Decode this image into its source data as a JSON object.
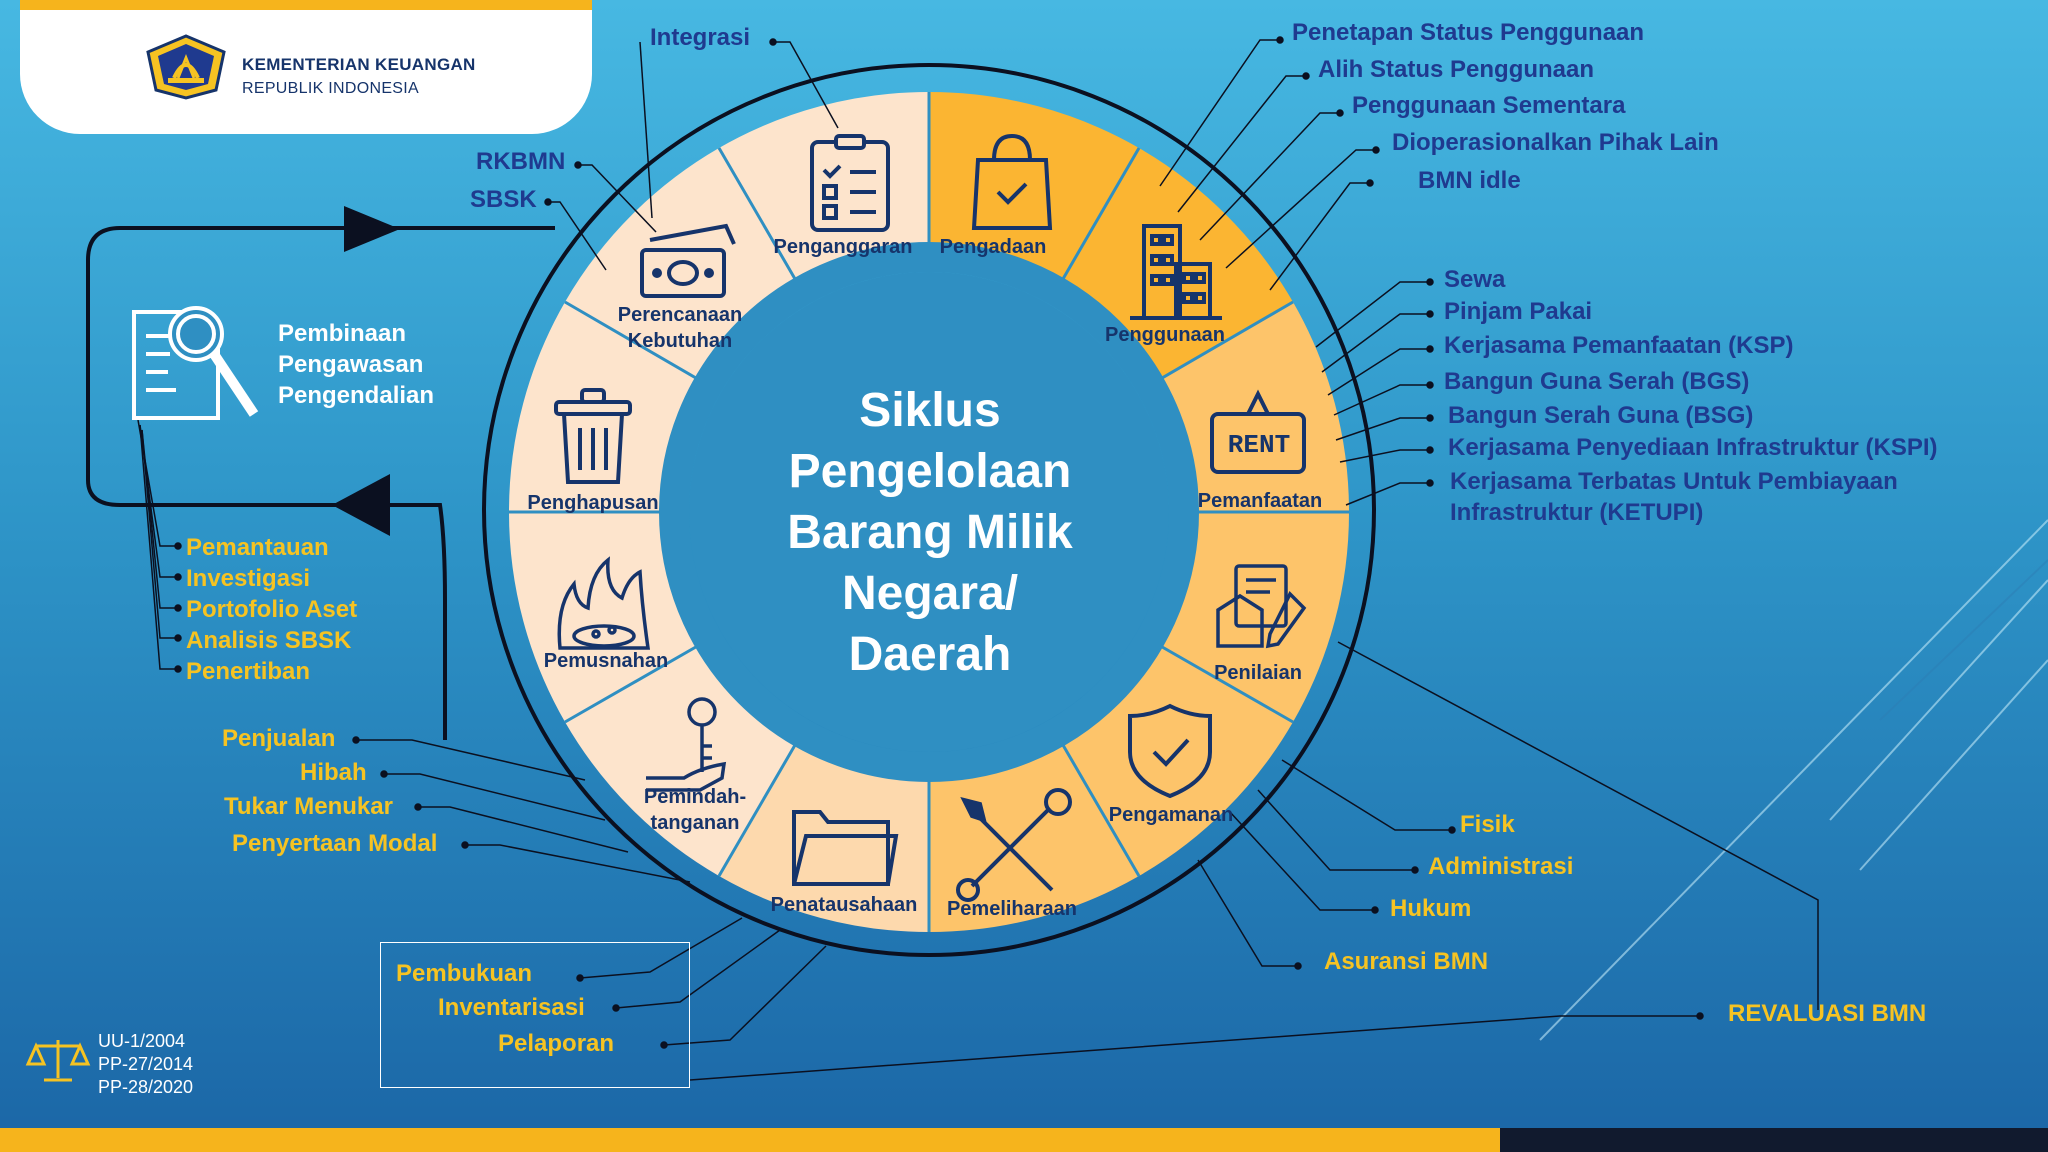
{
  "header": {
    "ministry": "KEMENTERIAN KEUANGAN",
    "republic": "REPUBLIK INDONESIA"
  },
  "center_title": [
    "Siklus",
    "Pengelolaan",
    "Barang Milik",
    "Negara/",
    "Daerah"
  ],
  "segments": {
    "penganggaran": "Penganggaran",
    "pengadaan": "Pengadaan",
    "penggunaan": "Penggunaan",
    "pemanfaatan": "Pemanfaatan",
    "penilaian": "Penilaian",
    "pengamanan": "Pengamanan",
    "pemeliharaan": "Pemeliharaan",
    "penatausahaan": "Penatausahaan",
    "pemindahtanganan": [
      "Pemindah-",
      "tanganan"
    ],
    "pemusnahan": "Pemusnahan",
    "penghapusan": "Penghapusan",
    "perencanaan": [
      "Perencanaan",
      "Kebutuhan"
    ]
  },
  "rent_sign": "RENT",
  "top_left_labels": {
    "integrasi": "Integrasi",
    "rkbmn": "RKBMN",
    "sbsk": "SBSK"
  },
  "pembinaan": [
    "Pembinaan",
    "Pengawasan",
    "Pengendalian"
  ],
  "pembinaan_items": [
    "Pemantauan",
    "Investigasi",
    "Portofolio Aset",
    "Analisis SBSK",
    "Penertiban"
  ],
  "pemindahtanganan_items": [
    "Penjualan",
    "Hibah",
    "Tukar Menukar",
    "Penyertaan Modal"
  ],
  "penatausahaan_items": [
    "Pembukuan",
    "Inventarisasi",
    "Pelaporan"
  ],
  "penggunaan_items": [
    "Penetapan Status Penggunaan",
    "Alih Status Penggunaan",
    "Penggunaan Sementara",
    "Dioperasionalkan Pihak Lain",
    "BMN idle"
  ],
  "pemanfaatan_items": [
    "Sewa",
    "Pinjam Pakai",
    "Kerjasama Pemanfaatan (KSP)",
    "Bangun Guna Serah (BGS)",
    "Bangun Serah Guna (BSG)",
    "Kerjasama Penyediaan Infrastruktur (KSPI)",
    "Kerjasama Terbatas Untuk Pembiayaan",
    "Infrastruktur (KETUPI)"
  ],
  "pengamanan_items": [
    "Fisik",
    "Administrasi",
    "Hukum",
    "Asuransi BMN"
  ],
  "revaluasi": "REVALUASI BMN",
  "legal": [
    "UU-1/2004",
    "PP-27/2014",
    "PP-28/2020"
  ],
  "colors": {
    "light_segment": "#fde4cc",
    "accent_segment": "#fbb532",
    "mid_segment": "#fdc46a",
    "ring_center": "#2f8fc2",
    "navy": "#1f3a8f",
    "yellow": "#f6c322"
  }
}
